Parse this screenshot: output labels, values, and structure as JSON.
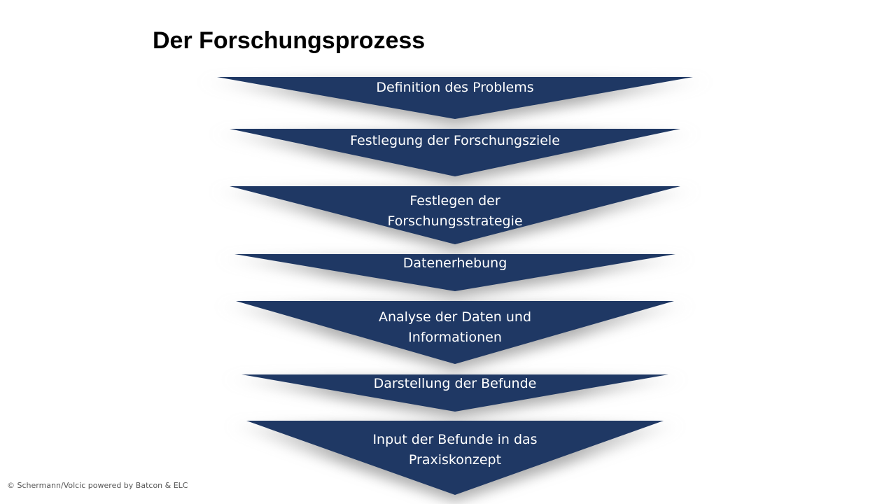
{
  "slide": {
    "title": "Der Forschungsprozess",
    "footer": "© Schermann/Volcic powered by Batcon & ELC"
  },
  "colors": {
    "step_fill": "#1f3864",
    "step_text": "#ffffff",
    "shadow": "#9a9a9a"
  },
  "steps": [
    {
      "label": "Definition des Problems"
    },
    {
      "label": "Festlegung der Forschungsziele"
    },
    {
      "label": "Festlegen der\nForschungsstrategie"
    },
    {
      "label": "Datenerhebung"
    },
    {
      "label": "Analyse der Daten und\nInformationen"
    },
    {
      "label": "Darstellung der Befunde"
    },
    {
      "label": "Input der Befunde in das\nPraxiskonzept"
    }
  ]
}
